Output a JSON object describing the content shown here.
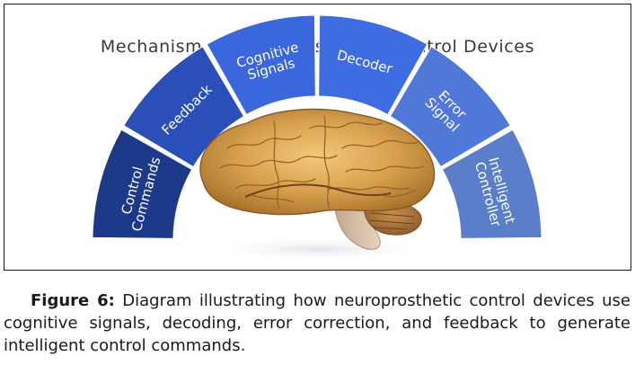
{
  "figure": {
    "title": "Mechanism of Neuroprosthetics Control Devices",
    "segments": [
      {
        "label_lines": [
          "Control",
          "Commands"
        ],
        "color": "#1d3a8a"
      },
      {
        "label_lines": [
          "Feedback"
        ],
        "color": "#2a4fb8"
      },
      {
        "label_lines": [
          "Cognitive",
          "Signals"
        ],
        "color": "#3b67dd"
      },
      {
        "label_lines": [
          "Decoder"
        ],
        "color": "#3d6de0"
      },
      {
        "label_lines": [
          "Error",
          "Signal"
        ],
        "color": "#4f78d8"
      },
      {
        "label_lines": [
          "Intelligent",
          "Controller"
        ],
        "color": "#5a7ec9"
      }
    ],
    "center_image": "brain-illustration"
  },
  "caption": {
    "lead": "Figure 6:",
    "text": "Diagram illustrating how neuroprosthetic control devices use cognitive signals, decoding, error correction, and feedback to generate intelligent control commands."
  }
}
